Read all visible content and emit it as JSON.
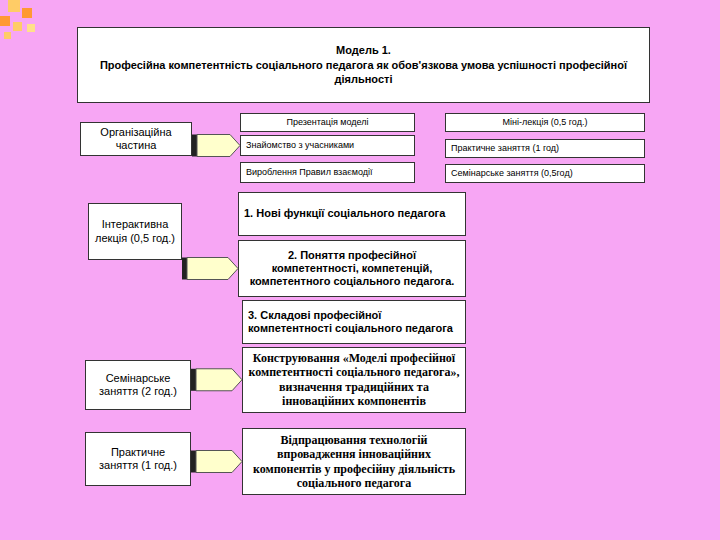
{
  "diagram": {
    "nodes": [
      {
        "text": [
          "Модель 1.",
          "Професійна компетентність соціального педагога як обов'язкова умова успішності професійної діяльності"
        ]
      },
      {
        "text": [
          "Організаційна частина"
        ]
      },
      {
        "text": [
          "Презентація моделі"
        ]
      },
      {
        "text": [
          "Міні-лекція (0,5 год.)"
        ]
      },
      {
        "text": [
          "Знайомство з учасниками"
        ]
      },
      {
        "text": [
          "Практичне заняття (1 год)"
        ]
      },
      {
        "text": [
          "Вироблення Правил взаємодії"
        ]
      },
      {
        "text": [
          "Семінарське заняття (0,5год)"
        ]
      },
      {
        "text": [
          "1. Нові функції соціального педагога"
        ]
      },
      {
        "text": [
          "Інтерактивна лекція (0,5 год.)"
        ]
      },
      {
        "text": [
          "2. Поняття професійної компетентності, компетенцій, компетентного соціального педагога."
        ]
      },
      {
        "text": [
          "3. Складові професійної компетентності соціального педагога"
        ]
      },
      {
        "text": [
          "Семінарське заняття (2 год.)"
        ]
      },
      {
        "text": [
          "Конструювання «Моделі професійної компетентності соціального педагога», визначення традиційних та інноваційних компонентів"
        ]
      },
      {
        "text": [
          "Практичне заняття (1 год.)"
        ]
      },
      {
        "text": [
          "Відпрацювання технологій впровадження інноваційних компонентів у професійну діяльність соціального педагога"
        ]
      }
    ],
    "edges": [
      {
        "from": 1,
        "to": 4,
        "arrow": "to"
      },
      {
        "from": 9,
        "to": 10,
        "arrow": "to"
      },
      {
        "from": 12,
        "to": 13,
        "arrow": "to"
      },
      {
        "from": 14,
        "to": 15,
        "arrow": "to"
      }
    ]
  }
}
